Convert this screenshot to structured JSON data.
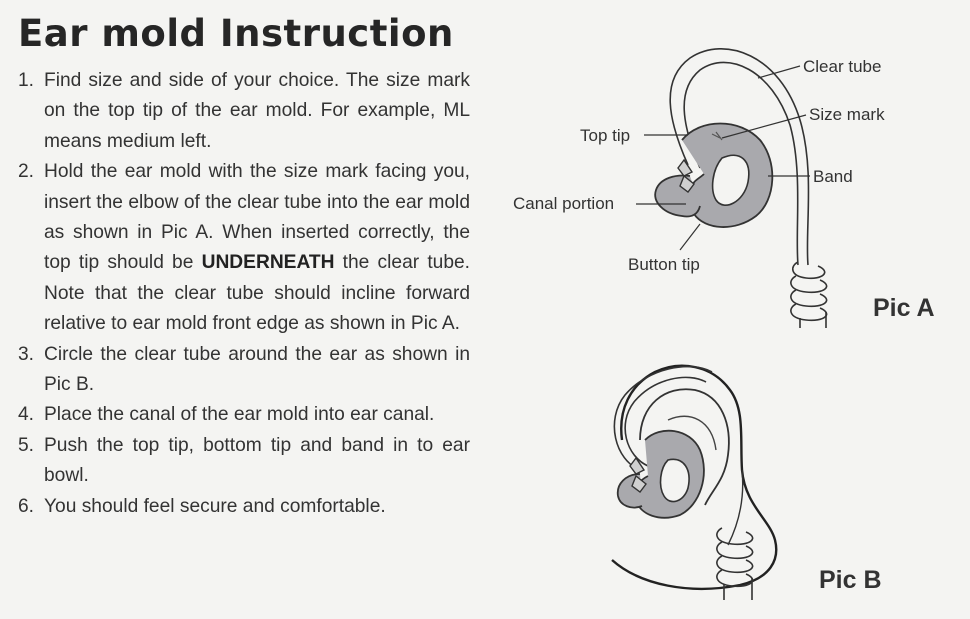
{
  "title": "Ear mold Instruction",
  "steps": [
    {
      "num": "1.",
      "text": "Find size and side of your choice. The size mark on the top tip of  the ear mold. For example, ML means medium left."
    },
    {
      "num": "2.",
      "text_before": "Hold the ear mold with the size mark facing you, insert the elbow of the clear tube into the ear mold as shown in Pic A. When inserted correctly, the top tip should be ",
      "emphasis": "UNDERNEATH",
      "text_after": " the clear tube. Note that the clear tube should incline forward  relative to ear mold front edge as shown in Pic A."
    },
    {
      "num": "3.",
      "text": "Circle the clear tube around the ear as shown in Pic B."
    },
    {
      "num": "4.",
      "text": "Place the canal of the ear mold into ear canal."
    },
    {
      "num": "5.",
      "text": "Push the top tip, bottom tip and band in to ear bowl."
    },
    {
      "num": "6.",
      "text": "You should feel secure and comfortable."
    }
  ],
  "pic_a": {
    "caption": "Pic A",
    "labels": {
      "clear_tube": "Clear tube",
      "size_mark": "Size mark",
      "top_tip": "Top tip",
      "band": "Band",
      "canal_portion": "Canal portion",
      "button_tip": "Button tip"
    }
  },
  "pic_b": {
    "caption": "Pic B"
  },
  "colors": {
    "ink": "#262626",
    "mold_fill": "#a9a9ad",
    "background": "#f4f4f2"
  }
}
